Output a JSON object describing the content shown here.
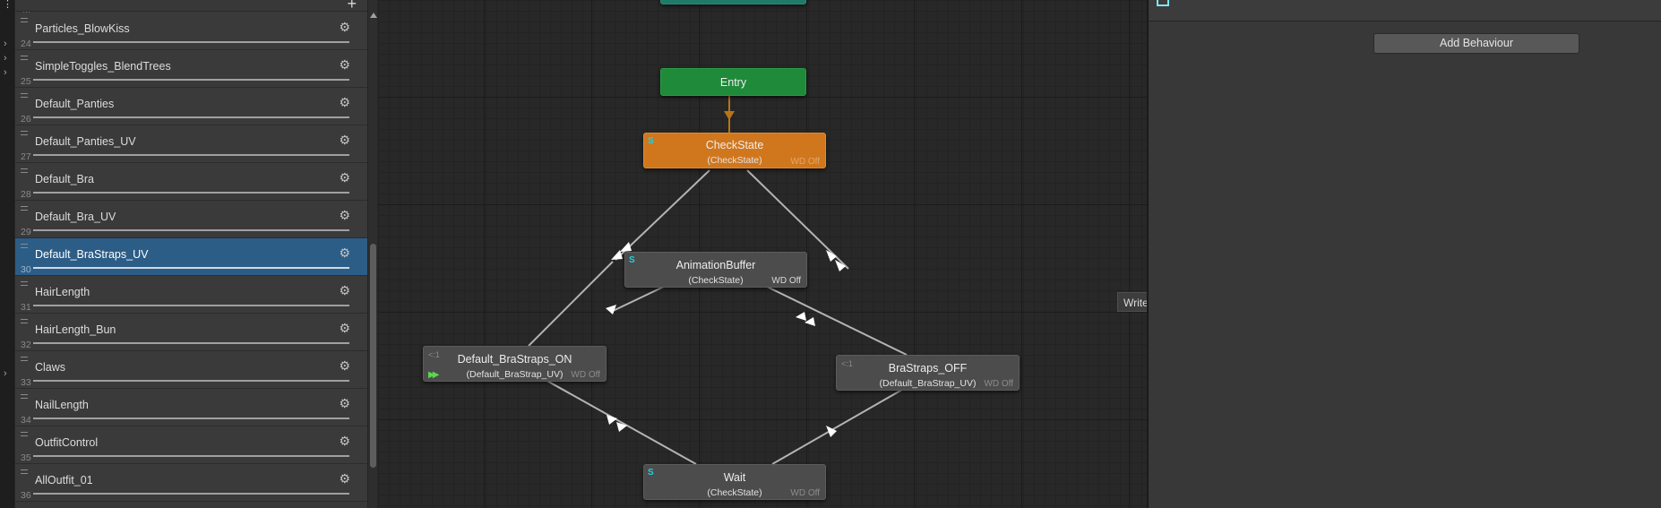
{
  "left_strip": {
    "menu_glyph": "⋮",
    "chevrons": [
      "›",
      "›",
      "›",
      "›"
    ]
  },
  "layer_list": {
    "top_stub": "…",
    "add_label": "+",
    "items": [
      {
        "name": "Particles_BlowKiss",
        "index": "24",
        "selected": false
      },
      {
        "name": "SimpleToggles_BlendTrees",
        "index": "25",
        "selected": false
      },
      {
        "name": "Default_Panties",
        "index": "26",
        "selected": false
      },
      {
        "name": "Default_Panties_UV",
        "index": "27",
        "selected": false
      },
      {
        "name": "Default_Bra",
        "index": "28",
        "selected": false
      },
      {
        "name": "Default_Bra_UV",
        "index": "29",
        "selected": false
      },
      {
        "name": "Default_BraStraps_UV",
        "index": "30",
        "selected": true
      },
      {
        "name": "HairLength",
        "index": "31",
        "selected": false
      },
      {
        "name": "HairLength_Bun",
        "index": "32",
        "selected": false
      },
      {
        "name": "Claws",
        "index": "33",
        "selected": false
      },
      {
        "name": "NailLength",
        "index": "34",
        "selected": false
      },
      {
        "name": "OutfitControl",
        "index": "35",
        "selected": false
      },
      {
        "name": "AllOutfit_01",
        "index": "36",
        "selected": false
      }
    ],
    "gear_glyph": "⚙"
  },
  "graph": {
    "nodes": {
      "entry": {
        "title": "Entry"
      },
      "checkstate": {
        "title": "CheckState",
        "sub": "(CheckState)",
        "wd": "WD Off",
        "s": "S"
      },
      "buffer": {
        "title": "AnimationBuffer",
        "sub": "(CheckState)",
        "wd": "WD Off",
        "s": "S"
      },
      "on": {
        "title": "Default_BraStraps_ON",
        "sub": "(Default_BraStrap_UV)",
        "wd": "WD Off",
        "lock": "<:1",
        "play": "▶▶"
      },
      "off": {
        "title": "BraStraps_OFF",
        "sub": "(Default_BraStrap_UV)",
        "wd": "WD Off",
        "lock": "<:1"
      },
      "wait": {
        "title": "Wait",
        "sub": "(CheckState)",
        "wd": "WD Off",
        "s": "S"
      }
    },
    "tooltip": "Write Defaults Off",
    "colors": {
      "entry": "#1f8a3a",
      "default_state": "#d0771e",
      "state": "#4c4c4c",
      "transition": "#b4b4b4",
      "entry_link": "#b8741a"
    }
  },
  "inspector": {
    "header_icon": "state-icon",
    "add_behaviour_label": "Add Behaviour"
  }
}
